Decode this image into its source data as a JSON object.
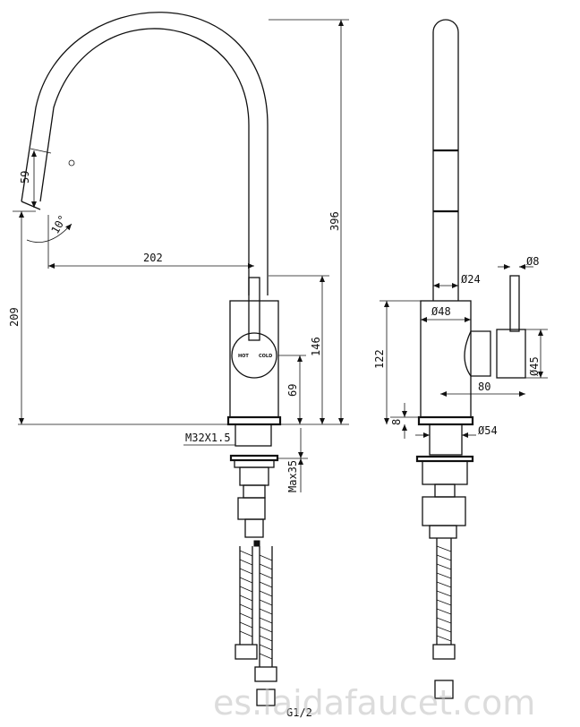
{
  "side_view": {
    "dim_spout_height": "396",
    "dim_overall_left": "209",
    "dim_reach": "202",
    "dim_head_length": "59",
    "dim_angle": "10°",
    "dim_body_146": "146",
    "dim_body_69": "69",
    "dim_thread": "M32X1.5",
    "dim_max": "Max35",
    "dim_hose": "G1/2",
    "handle_hot": "HOT",
    "handle_cold": "COLD"
  },
  "front_view": {
    "dim_spout_dia": "Ø24",
    "dim_lever_dia": "Ø8",
    "dim_body_dia": "Ø48",
    "dim_body_height": "122",
    "dim_handle_dia": "Ø45",
    "dim_handle_reach": "80",
    "dim_base_height": "8",
    "dim_base_dia": "Ø54"
  },
  "watermark": "es.laidafaucet.com"
}
